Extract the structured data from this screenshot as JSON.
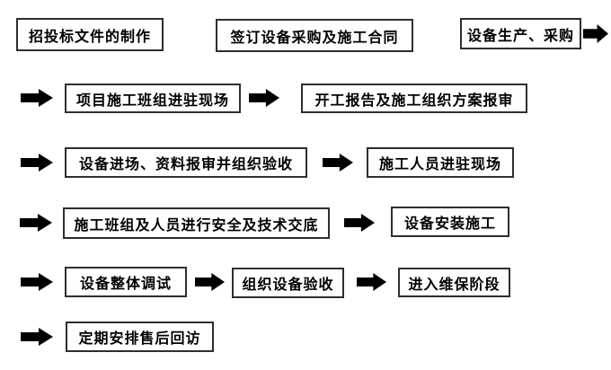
{
  "flow": {
    "description": "serpentine process flowchart, rows read left to right",
    "rows": [
      {
        "boxes": [
          "招投标文件的制作",
          "签订设备采购及施工合同",
          "设备生产、采购"
        ],
        "trailing_arrow": true
      },
      {
        "boxes": [
          "项目施工班组进驻现场",
          "开工报告及施工组织方案报审"
        ],
        "leading_arrow": true
      },
      {
        "boxes": [
          "设备进场、资料报审并组织验收",
          "施工人员进驻现场"
        ],
        "leading_arrow": true
      },
      {
        "boxes": [
          "施工班组及人员进行安全及技术交底",
          "设备安装施工"
        ],
        "leading_arrow": true
      },
      {
        "boxes": [
          "设备整体调试",
          "组织设备验收",
          "进入维保阶段"
        ],
        "leading_arrow": true
      },
      {
        "boxes": [
          "定期安排售后回访"
        ],
        "leading_arrow": true
      }
    ],
    "icons": {
      "flow_arrow": "➡"
    },
    "colors": {
      "background": "#ffffff",
      "box_border": "#2e2e2e",
      "text": "#000000",
      "arrow": "#000000"
    }
  }
}
